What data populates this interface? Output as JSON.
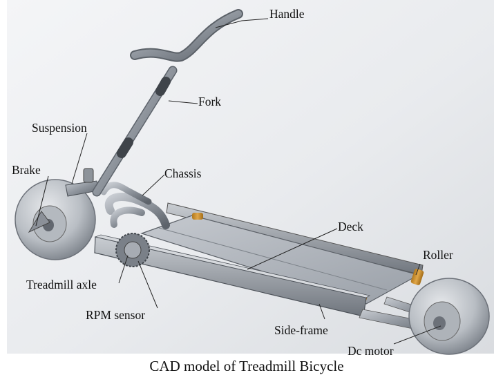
{
  "caption": "CAD model of Treadmill Bicycle",
  "labels": {
    "handle": "Handle",
    "fork": "Fork",
    "suspension": "Suspension",
    "brake": "Brake",
    "chassis": "Chassis",
    "deck": "Deck",
    "roller": "Roller",
    "treadmill_axle": "Treadmill axle",
    "rpm_sensor": "RPM sensor",
    "side_frame": "Side-frame",
    "dc_motor": "Dc motor"
  }
}
